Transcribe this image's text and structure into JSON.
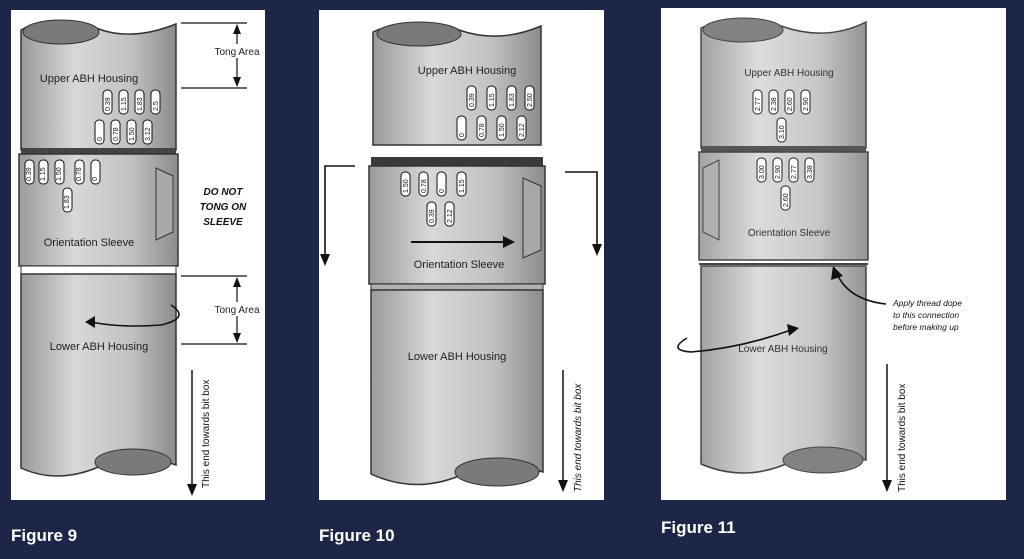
{
  "figures": [
    {
      "caption": "Figure 9",
      "labels": {
        "upper": "Upper ABH Housing",
        "sleeve": "Orientation Sleeve",
        "lower": "Lower ABH Housing",
        "tong_top": "Tong Area",
        "tong_bottom": "Tong Area",
        "warning": [
          "DO NOT",
          "TONG ON",
          "SLEEVE"
        ],
        "bit_box": "This end towards bit box"
      },
      "upper_scale": [
        "0.39",
        "1.15",
        "1.83",
        "2.5",
        "0",
        "0.78",
        "1.50",
        "3.12"
      ],
      "sleeve_scale": [
        "1.50",
        "0.78",
        "0",
        "0.39",
        "1.15",
        "1.83"
      ]
    },
    {
      "caption": "Figure 10",
      "labels": {
        "upper": "Upper ABH Housing",
        "sleeve": "Orientation Sleeve",
        "lower": "Lower ABH Housing",
        "bit_box": "This end towards bit box"
      },
      "upper_scale": [
        "0.39",
        "1.15",
        "1.83",
        "2.50",
        "0",
        "0.78",
        "1.50",
        "2.12"
      ],
      "sleeve_scale": [
        "1.50",
        "0.78",
        "0",
        "1.15",
        "0.39",
        "2.12"
      ]
    },
    {
      "caption": "Figure 11",
      "labels": {
        "upper": "Upper ABH Housing",
        "sleeve": "Orientation Sleeve",
        "lower": "Lower ABH Housing",
        "thread_note": [
          "Apply thread dope",
          "to this connection",
          "before making up"
        ],
        "bit_box": "This end towards bit box"
      },
      "upper_scale": [
        "2.77",
        "2.38",
        "2.60",
        "2.90",
        "3.10"
      ],
      "sleeve_scale": [
        "3.00",
        "2.90",
        "2.77",
        "3.38",
        "2.60"
      ]
    }
  ],
  "colors": {
    "background": "#1e2648",
    "panel": "#ffffff",
    "tool": "#c8c8c8"
  }
}
